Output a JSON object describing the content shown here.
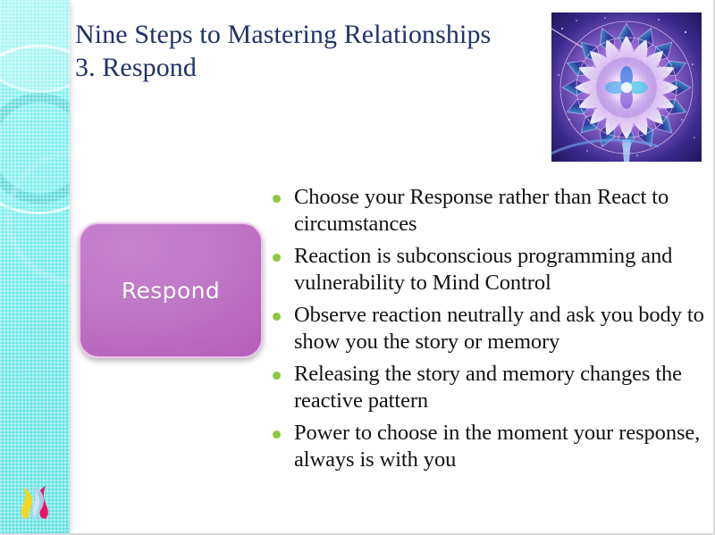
{
  "slide": {
    "title_lines": [
      "Nine Steps to Mastering Relationships",
      "3. Respond"
    ],
    "title_color": "#1f3368",
    "shape_label": "Respond",
    "shape_color": "#bd6cc4",
    "shape_border_color": "#ecc3ec",
    "bullet_color": "#8dc63f",
    "body_text_color": "#131313",
    "sidebar_color": "#7ef0ee",
    "bullets": [
      "Choose your Response rather than React to circumstances",
      "Reaction is subconscious programming and vulnerability to Mind Control",
      "Observe reaction neutrally and ask you body to show you the story or memory",
      "Releasing the story and memory changes the reactive pattern",
      "Power to choose in the moment your response, always is with you"
    ],
    "image": {
      "name": "cosmic-mandala-flower-of-life",
      "alt": "Cosmic mandala flower of life artwork in purple, blue and pink"
    },
    "logo": {
      "name": "tri-flame-logo",
      "alt": "Three-colored flame logo: yellow, light blue, magenta"
    }
  }
}
